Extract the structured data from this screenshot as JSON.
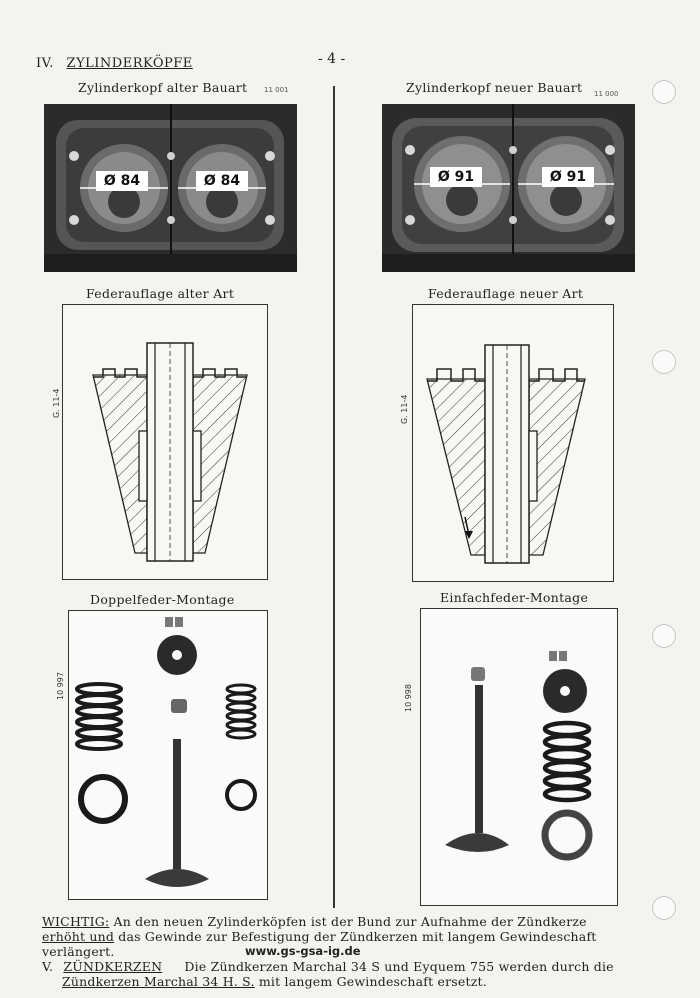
{
  "header": {
    "section_number": "IV.",
    "section_title": "ZYLINDERKÖPFE",
    "page_number": "- 4 -"
  },
  "left_column": {
    "photo_caption": "Zylinderkopf alter Bauart",
    "photo_code": "11 001",
    "bore_label_1": "Ø 84",
    "bore_label_2": "Ø 84",
    "drawing_caption": "Federauflage alter Art",
    "drawing_code": "G. 11-4",
    "parts_caption": "Doppelfeder-Montage",
    "parts_code": "10 997"
  },
  "right_column": {
    "photo_caption": "Zylinderkopf neuer Bauart",
    "photo_code": "11 000",
    "bore_label_1": "Ø 91",
    "bore_label_2": "Ø 91",
    "drawing_caption": "Federauflage neuer Art",
    "drawing_code": "G. 11-4",
    "parts_caption": "Einfachfeder-Montage",
    "parts_code": "10 998"
  },
  "footer": {
    "note_label": "WICHTIG:",
    "note_line1": " An den neuen Zylinderköpfen ist der Bund zur Aufnahme der Zündkerze",
    "note_line2_underlined": "erhöht und",
    "note_line2_rest": " das Gewinde zur Befestigung der Zündkerzen mit langem Gewindeschaft",
    "note_line3": "verlängert.",
    "website": "www.gs-gsa-ig.de",
    "section5_number": "V.",
    "section5_title": "ZÜNDKERZEN",
    "section5_line1": "Die Zündkerzen Marchal 34 S und Eyquem 755 werden durch die",
    "section5_line2_underlined": "Zündkerzen Marchal 34 H. S.",
    "section5_line2_rest": " mit langem Gewindeschaft ersetzt."
  }
}
